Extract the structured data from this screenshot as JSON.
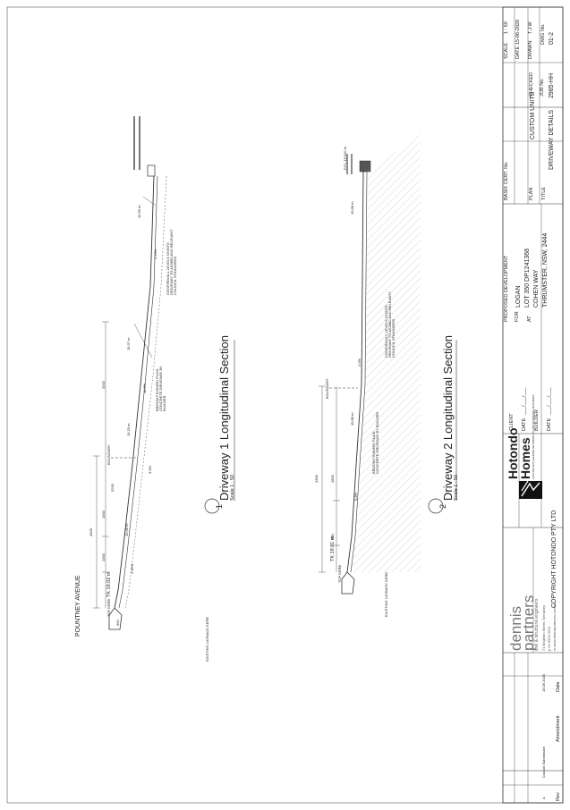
{
  "title_block": {
    "scale_label": "SCALE",
    "scale_value": "1 : 50",
    "date_label": "DATE",
    "date_value": "15-06-2020",
    "drawn_label": "DRAWN",
    "drawn_value": "T.J.W",
    "checked_label": "CHECKED",
    "checked_value": "",
    "job_label": "JOB No.",
    "job_value": "2985-HH",
    "dwg_label": "DWG No.",
    "dwg_value": "01-2",
    "basix_label": "BASIX CERT. No.",
    "plan_label": "PLAN",
    "plan_value": "CUSTOM UNITS",
    "title_label": "TITLE",
    "title_value": "DRIVEWAY DETAILS"
  },
  "project": {
    "heading": "PROPOSED DEVELOPMENT",
    "for_label": "FOR",
    "for_value": "LOGAN",
    "at_label": "AT",
    "lot": "LOT 350 DP1241368",
    "street": "COHEN WAY",
    "suburb": "THRUMSTER, NSW, 2444"
  },
  "signoff": {
    "client_label": "CLIENT",
    "date_label": "DATE",
    "date_blank": "___/___/___",
    "builder_label": "BUILDER",
    "copyright": "COPYRIGHT HOTONDO PTY LTD"
  },
  "hotondo": {
    "line1": "Hotondo",
    "line2": "Homes",
    "tagline": "AUSTRALIA'S LEADING NETWORK OF PROFESSIONAL BUILDERS"
  },
  "engineer": {
    "name1": "dennis",
    "name2": "partners",
    "subtitle": "civil & structural engineers",
    "address": "71 Brighton Street, Kempsey",
    "phone": "p  02 6563 1611",
    "web": "w  www.dennispartners.com.au"
  },
  "revisions": {
    "rev_header": "Rev",
    "amendment_header": "Amendment",
    "date_header": "Date",
    "rows": [
      {
        "rev": "A",
        "amendment": "Council Submission",
        "date": "15.06.2020"
      }
    ]
  },
  "section1": {
    "number": "1",
    "title": "Driveway 1 Longitudinal Section",
    "scale": "Scale 1 : 50",
    "road": "POUNTNEY AVENUE",
    "layback": "EXISTING LAYBACK KERB",
    "top_kerb": "TOP KERB",
    "tk": "TK 19.02 m",
    "boundary": "BOUNDARY",
    "notes1": "CONFIRM ALL LEVELS ONSITE. DRIVEWAY TO AS2890 AND RELEVANT COUNCIL STANDARDS",
    "notes2": "BROOM FINISHED PLAIN CONCRETE DRIVEWAY BY BUILDER",
    "levels": [
      "19.06 m",
      "19.20 m",
      "19.37 m",
      "19.69 m"
    ],
    "grades": [
      "2.66%",
      "3.0%",
      "11.0%",
      "2.74%"
    ],
    "dims": [
      "4300",
      "1000",
      "1000",
      "3200",
      "5200",
      "550"
    ]
  },
  "section2": {
    "number": "2",
    "title": "Driveway 2 Longitudinal Section",
    "scale": "Scale 1 : 50",
    "layback": "EXISTING LAYBACK KERB",
    "top_kerb": "TOP KERB",
    "tk": "TK 19.81 m",
    "boundary": "BOUNDARY",
    "ffl": "F.F.L 19.910 m",
    "notes1": "CONFIRM ALL LEVELS ONSITE. DRIVEWAY TO AS2890 AND RELEVANT COUNCIL STANDARDS",
    "notes2": "BROOM FINISHED PLAIN CONCRETE DRIVEWAY BY BUILDER",
    "levels": [
      "19.88 m",
      "19.88 m"
    ],
    "grades": [
      "2.0%",
      "6.6%"
    ],
    "dims": [
      "4300",
      "1800",
      "900"
    ]
  }
}
